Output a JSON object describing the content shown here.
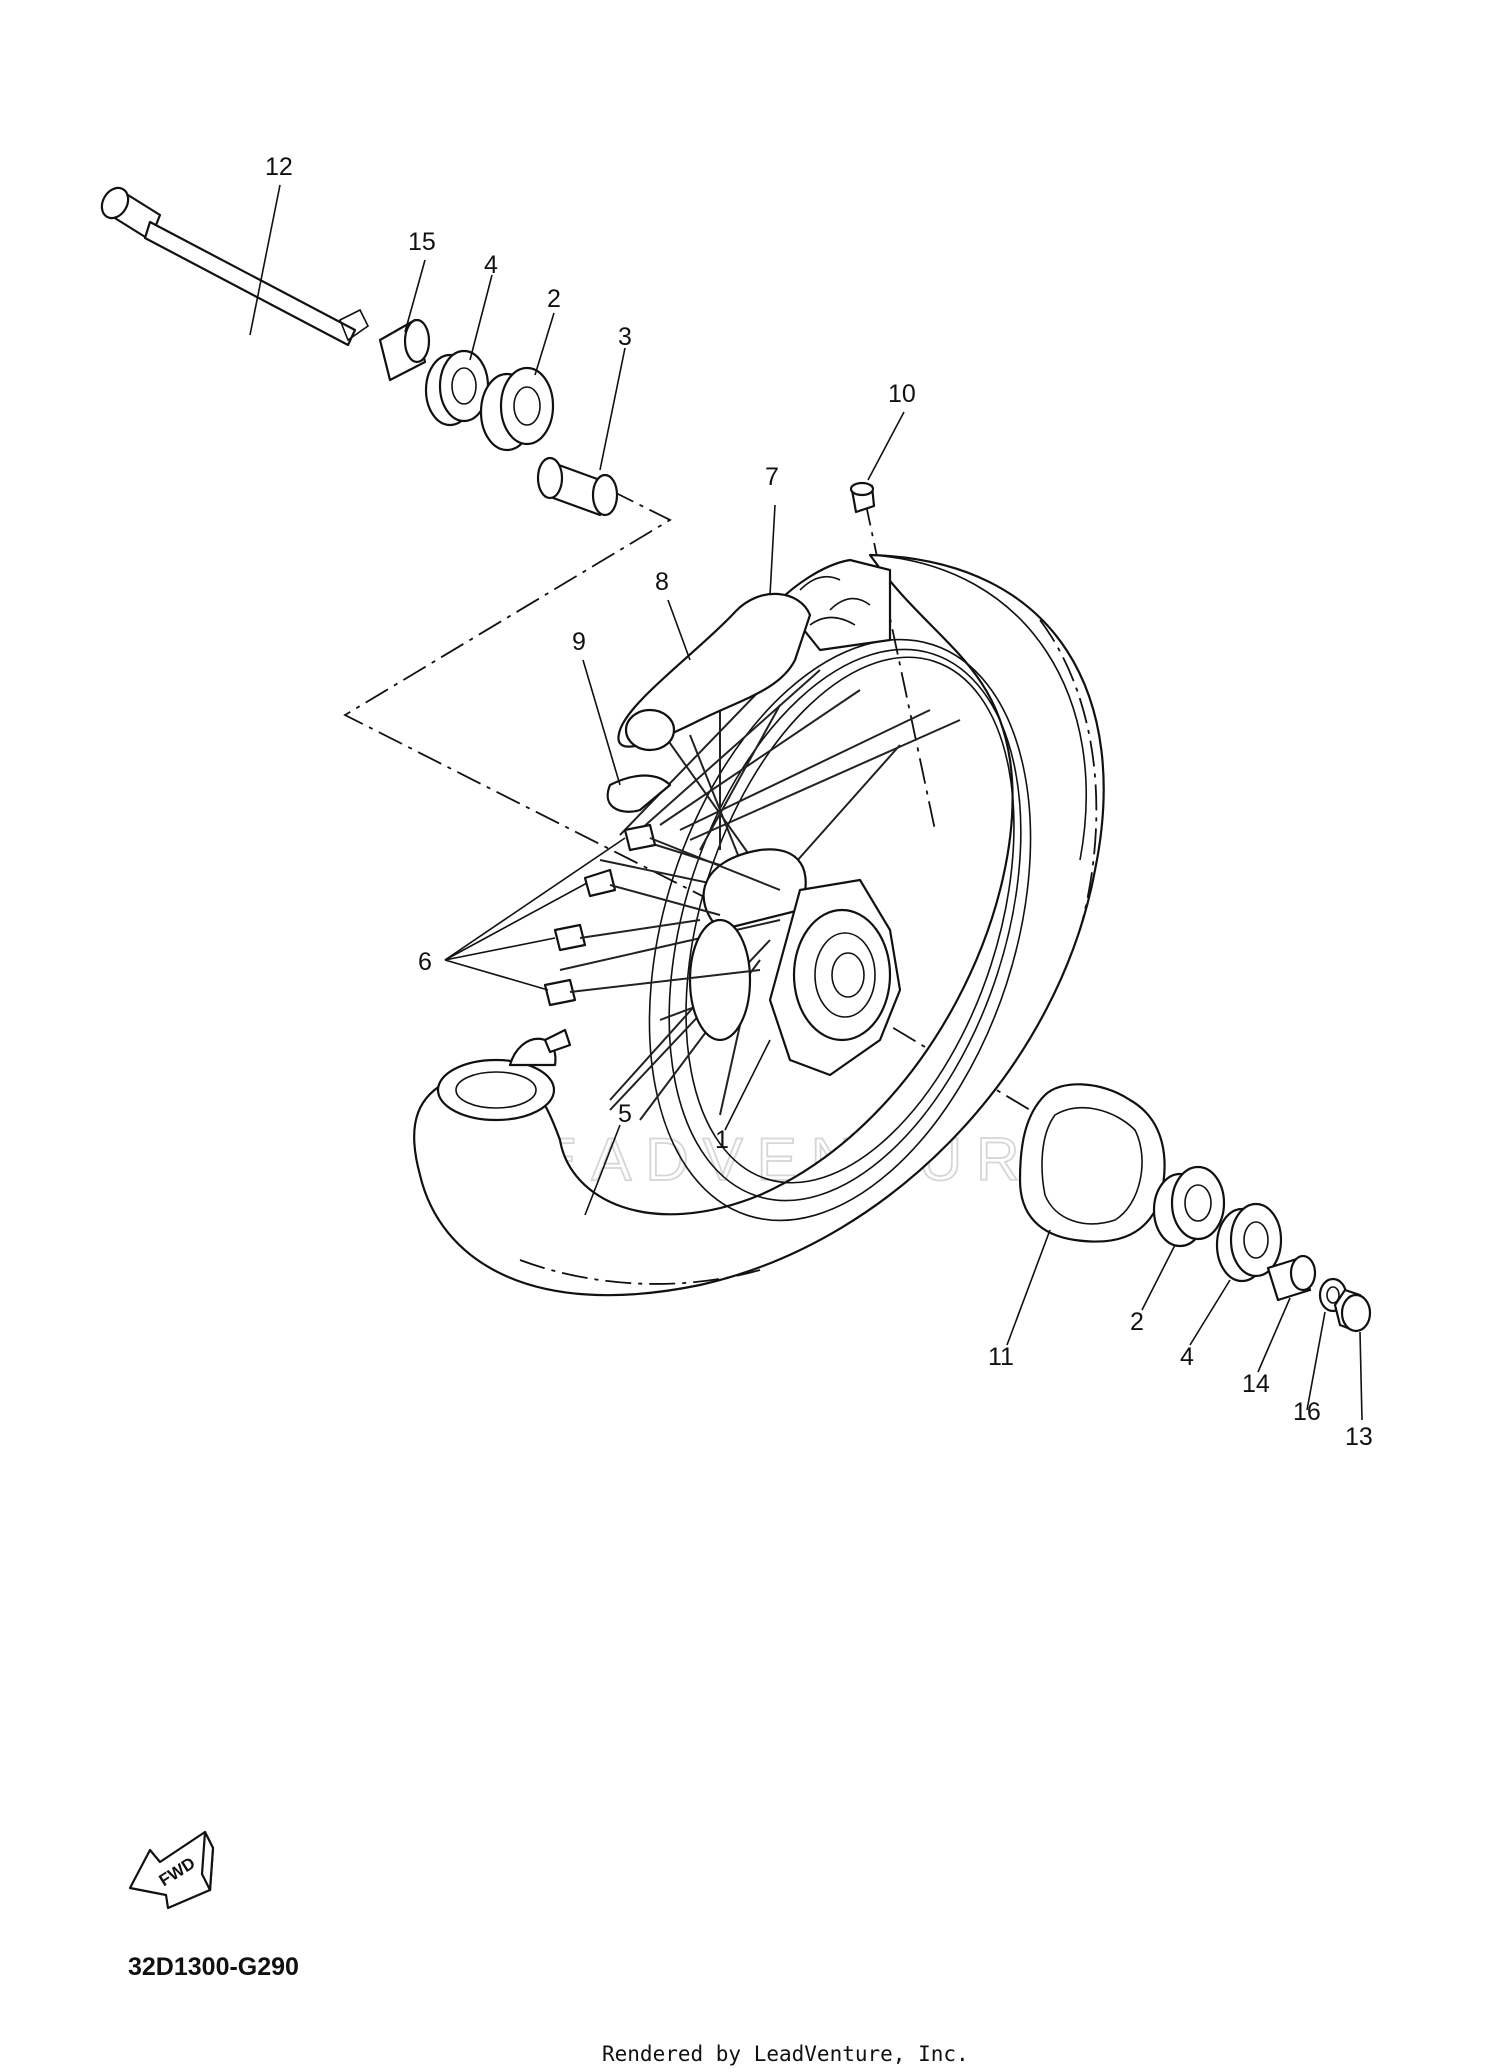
{
  "diagram": {
    "callouts": [
      "1",
      "2",
      "3",
      "4",
      "5",
      "6",
      "7",
      "8",
      "9",
      "10",
      "11",
      "12",
      "13",
      "14",
      "15",
      "16"
    ],
    "labels": {
      "c12": "12",
      "c15": "15",
      "c4a": "4",
      "c2a": "2",
      "c3": "3",
      "c10": "10",
      "c7": "7",
      "c8": "8",
      "c9": "9",
      "c6": "6",
      "c5": "5",
      "c1": "1",
      "c11": "11",
      "c2b": "2",
      "c4b": "4",
      "c14": "14",
      "c16": "16",
      "c13": "13"
    },
    "direction_badge": "FWD",
    "diagram_code": "32D1300-G290",
    "watermark": "LEADVENTURE",
    "credit": "Rendered by LeadVenture, Inc."
  }
}
